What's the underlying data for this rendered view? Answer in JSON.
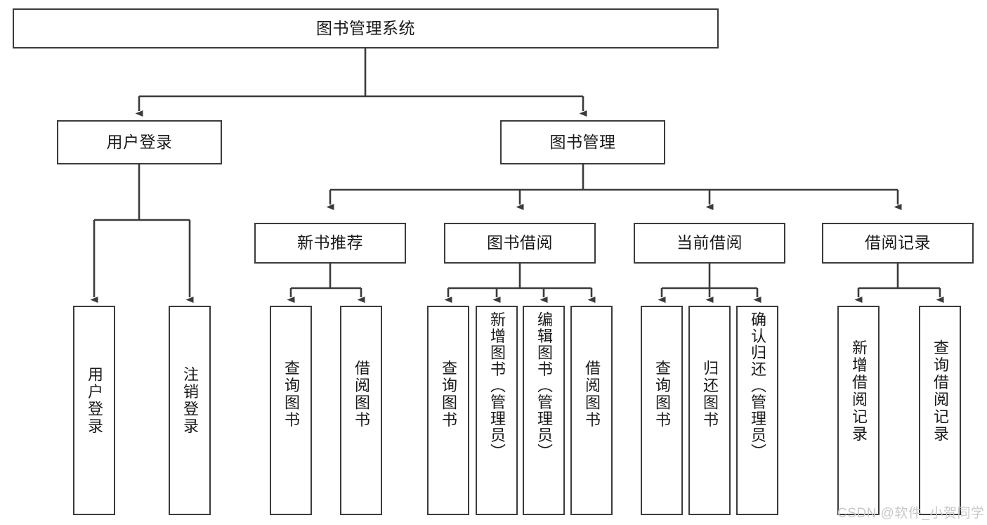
{
  "diagram": {
    "title": "图书管理系统",
    "watermark": "CSDN @软件_小贺同学",
    "stroke_color": "#3b3b3b",
    "fill_color": "#ffffff",
    "text_color": "#1a1a1a",
    "background": "#ffffff"
  },
  "nodes": {
    "root": {
      "label": "图书管理系统"
    },
    "l2": [
      {
        "id": "user-login",
        "label": "用户登录"
      },
      {
        "id": "book-manage",
        "label": "图书管理"
      }
    ],
    "l3": [
      {
        "id": "new-book-rec",
        "label": "新书推荐"
      },
      {
        "id": "book-borrow",
        "label": "图书借阅"
      },
      {
        "id": "current-borrow",
        "label": "当前借阅"
      },
      {
        "id": "borrow-record",
        "label": "借阅记录"
      }
    ],
    "leaves": {
      "user_login": [
        {
          "id": "leaf-user-login",
          "label": "用户登录"
        },
        {
          "id": "leaf-logout",
          "label": "注销登录"
        }
      ],
      "new_book_rec": [
        {
          "id": "leaf-query-book-1",
          "label": "查询图书"
        },
        {
          "id": "leaf-borrow-book-1",
          "label": "借阅图书"
        }
      ],
      "book_borrow": [
        {
          "id": "leaf-query-book-2",
          "label": "查询图书"
        },
        {
          "id": "leaf-add-book",
          "label": "新增图书（管理员）"
        },
        {
          "id": "leaf-edit-book",
          "label": "编辑图书（管理员）"
        },
        {
          "id": "leaf-borrow-book-2",
          "label": "借阅图书"
        }
      ],
      "current_borrow": [
        {
          "id": "leaf-query-book-3",
          "label": "查询图书"
        },
        {
          "id": "leaf-return-book",
          "label": "归还图书"
        },
        {
          "id": "leaf-confirm-return",
          "label": "确认归还（管理员）"
        }
      ],
      "borrow_record": [
        {
          "id": "leaf-add-record",
          "label": "新增借阅记录"
        },
        {
          "id": "leaf-query-record",
          "label": "查询借阅记录"
        }
      ]
    }
  }
}
